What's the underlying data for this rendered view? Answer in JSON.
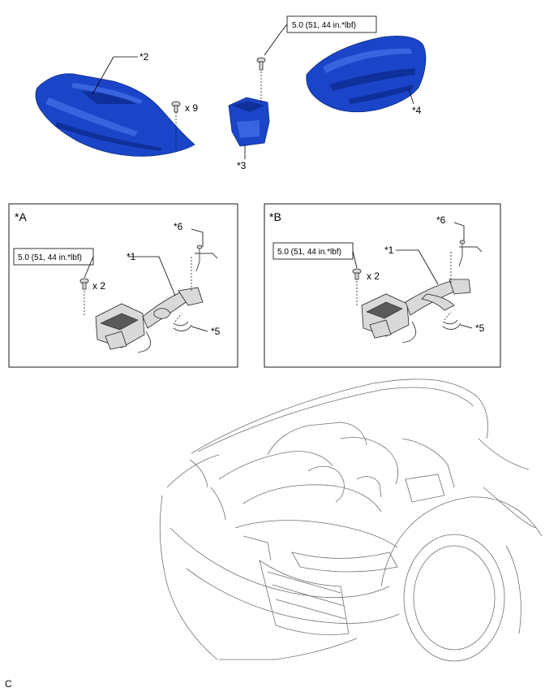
{
  "callouts": {
    "p1a": "*1",
    "p1b": "*1",
    "p2": "*2",
    "p3": "*3",
    "p4": "*4",
    "p5a": "*5",
    "p5b": "*5",
    "p6a": "*6",
    "p6b": "*6"
  },
  "quantities": {
    "clips": "x 9",
    "bolts_a": "x 2",
    "bolts_b": "x 2"
  },
  "torque": {
    "top": "5.0 (51, 44 in.*lbf)",
    "a": "5.0 (51, 44 in.*lbf)",
    "b": "5.0 (51, 44 in.*lbf)"
  },
  "panels": {
    "a_label": "*A",
    "b_label": "*B"
  },
  "footer": {
    "code": "C"
  },
  "colors": {
    "part_highlight": "#1b45c9",
    "line": "#000000",
    "car_outline": "#6f6f6f"
  }
}
